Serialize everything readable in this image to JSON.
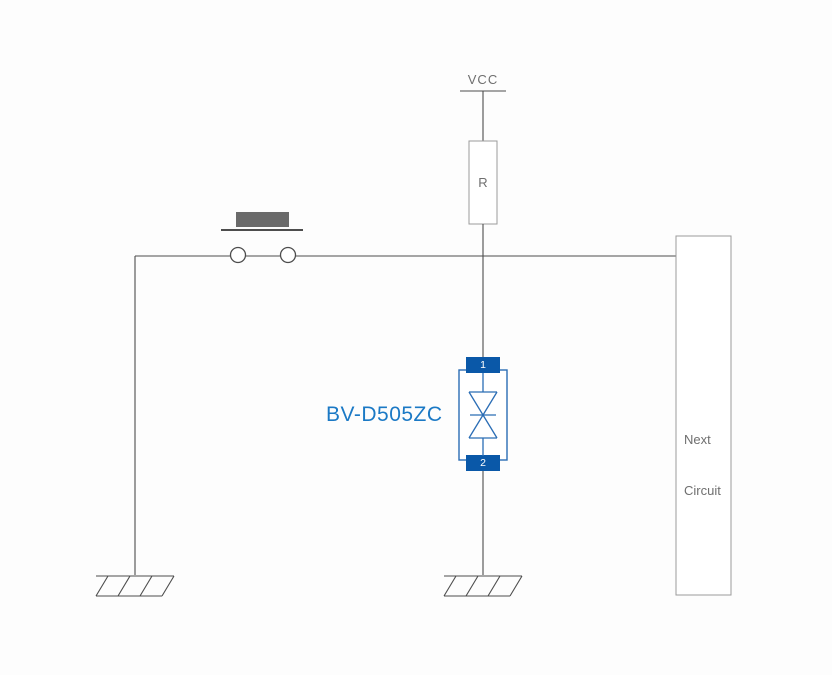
{
  "diagram": {
    "power_label": "VCC",
    "resistor_label": "R",
    "component": {
      "name": "BV-D505ZC",
      "pin1": "1",
      "pin2": "2"
    },
    "next_circuit": {
      "line1": "Next",
      "line2": "Circuit"
    },
    "colors": {
      "background": "#fdfdfd",
      "wire": "#4d4d4d",
      "outline_gray": "#9b9b9b",
      "button_gray": "#6a6a6a",
      "component_blue": "#2a6db5",
      "terminal_blue": "#0a58a8",
      "label_blue": "#1b79c5",
      "text_gray": "#6f6f6f"
    }
  }
}
